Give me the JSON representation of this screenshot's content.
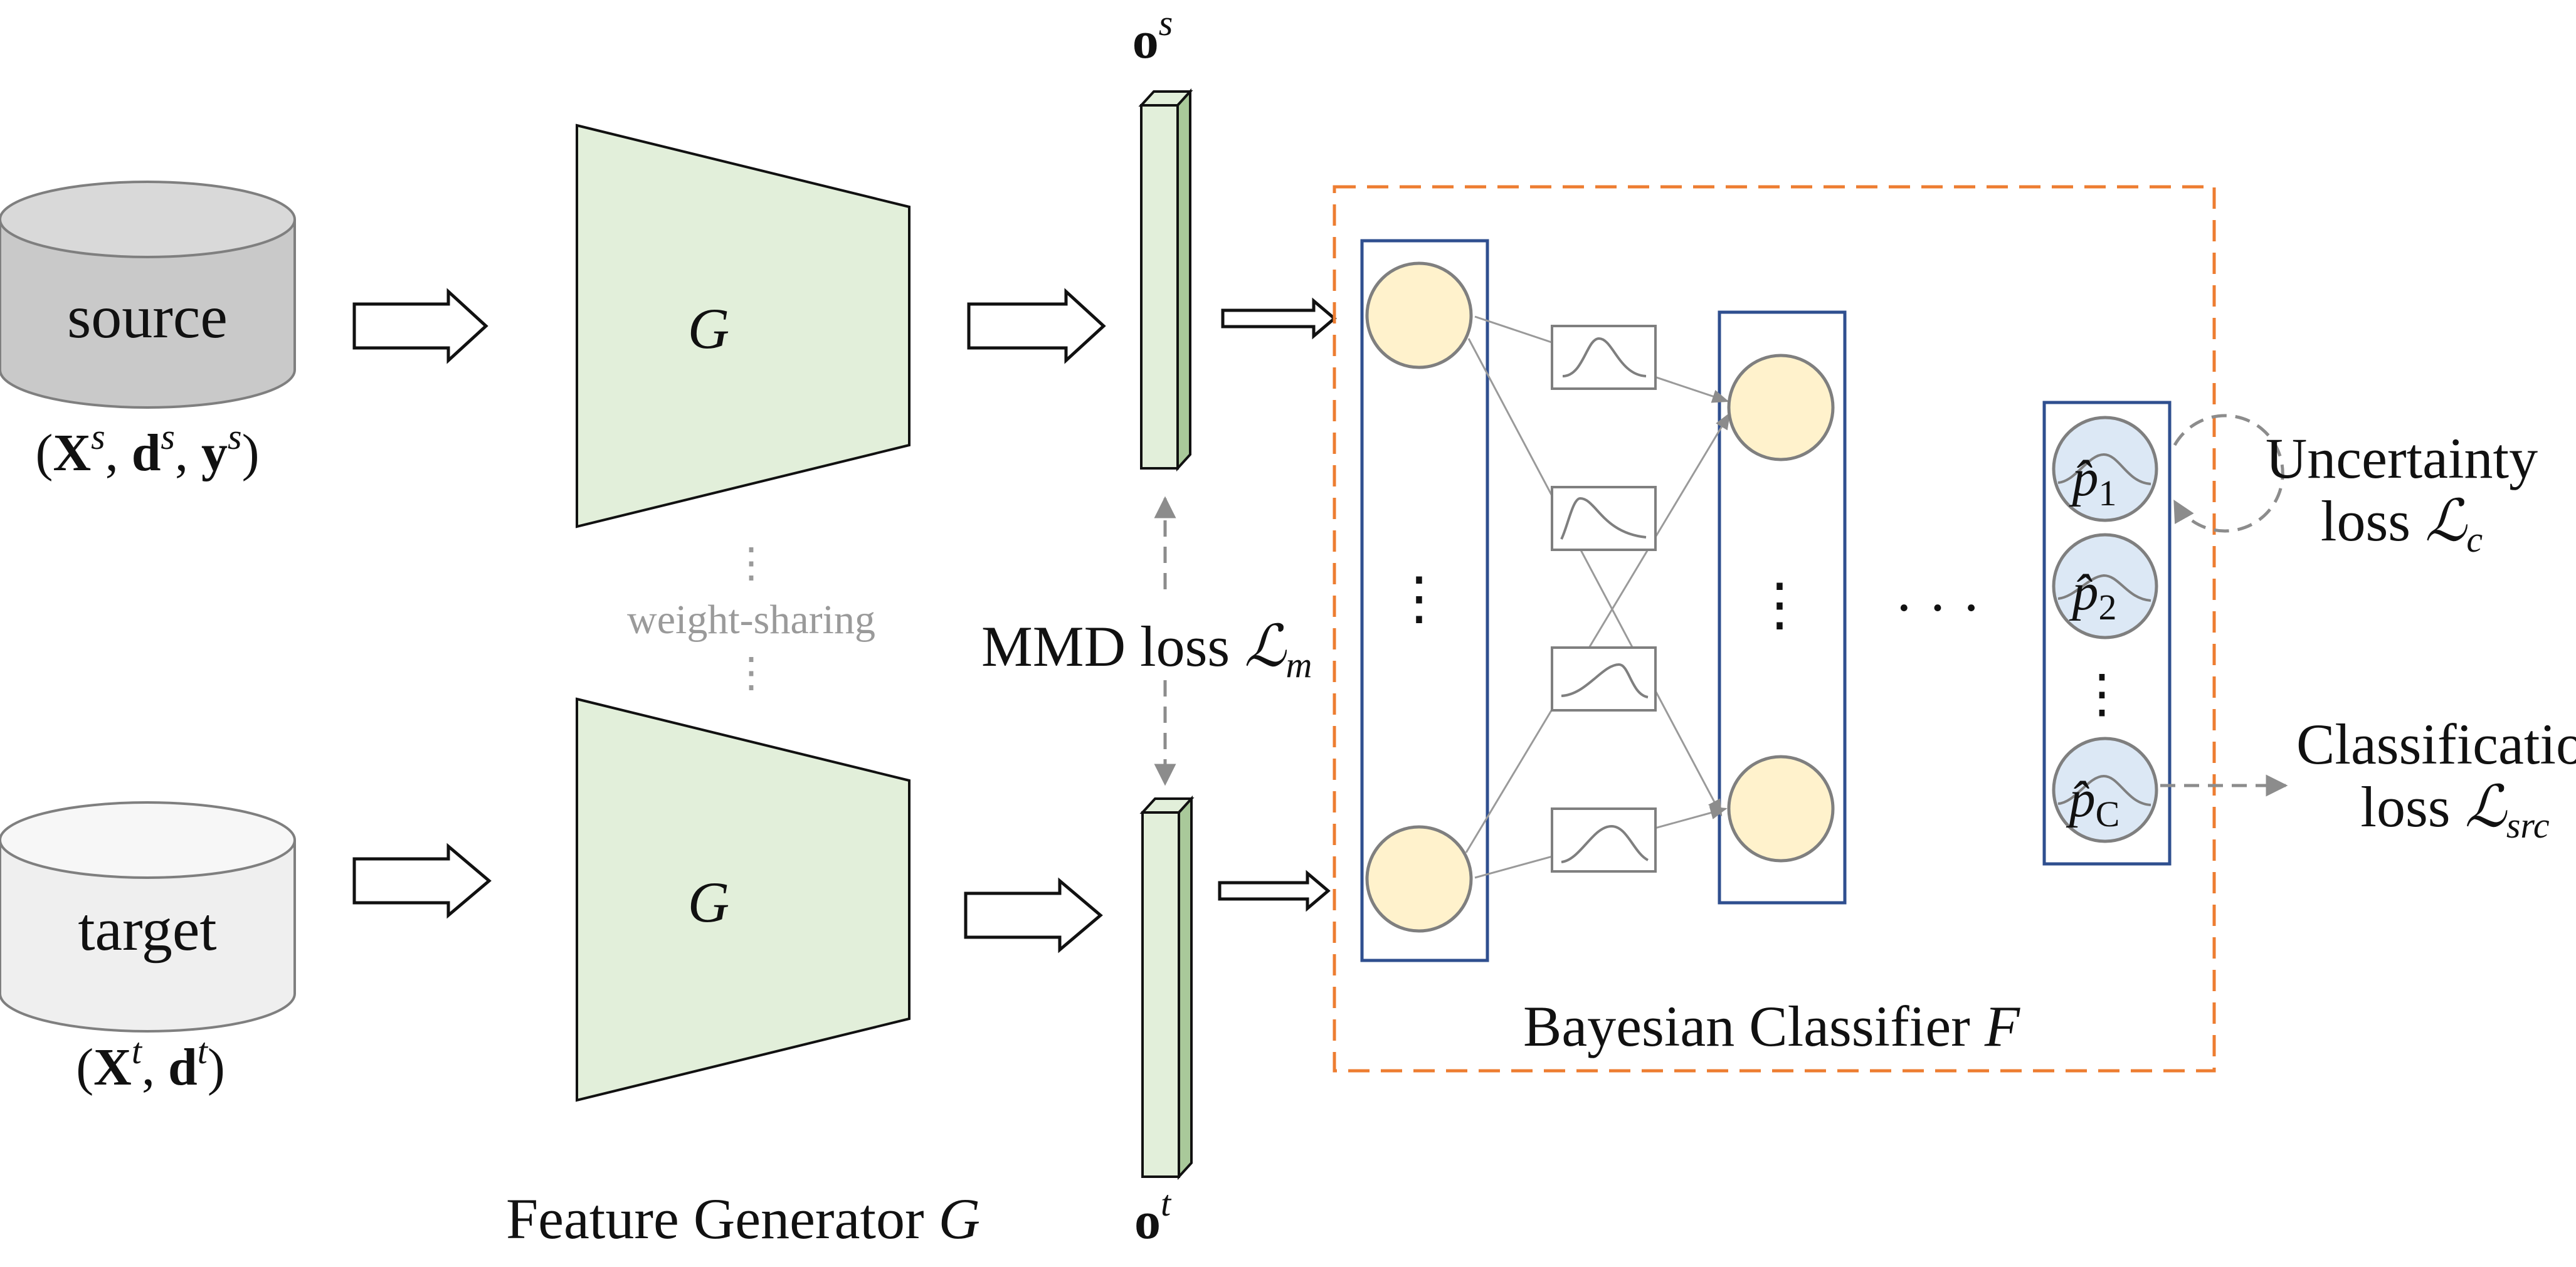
{
  "inputs": {
    "source": {
      "db_label": "source",
      "tuple": {
        "open": "(",
        "X": "X",
        "X_sup": "s",
        "sep1": ", ",
        "d": "d",
        "d_sup": "s",
        "sep2": ", ",
        "y": "y",
        "y_sup": "s",
        "close": ")"
      }
    },
    "target": {
      "db_label": "target",
      "tuple": {
        "open": "(",
        "X": "X",
        "X_sup": "t",
        "sep1": ", ",
        "d": "d",
        "d_sup": "t",
        "close": ")"
      }
    }
  },
  "generator": {
    "symbol": "G",
    "caption_text": "Feature Generator ",
    "caption_symbol": "G",
    "sharing_label": "weight-sharing",
    "dots": "⋮"
  },
  "features": {
    "source": {
      "base": "o",
      "sup": "s"
    },
    "target": {
      "base": "o",
      "sup": "t"
    }
  },
  "mmd": {
    "text": "MMD loss ",
    "L": "ℒ",
    "sub": "m"
  },
  "classifier": {
    "caption_text": "Bayesian Classifier ",
    "caption_symbol": "F",
    "layer_dots": "⋮",
    "between_dots": "· · ·",
    "outputs": [
      {
        "p": "p̂",
        "sub": "1"
      },
      {
        "p": "p̂",
        "sub": "2"
      },
      {
        "p": "p̂",
        "sub": "C"
      }
    ]
  },
  "losses": {
    "uncertainty": {
      "line1": "Uncertainty",
      "line2_text": "loss ",
      "L": "ℒ",
      "sub": "c"
    },
    "classification": {
      "line1": "Classification",
      "line2_text": "loss ",
      "L": "ℒ",
      "sub": "src"
    }
  },
  "colors": {
    "generator_fill": "#e2efda",
    "db_source_fill": "#c9c9c9",
    "db_target_fill": "#efefef",
    "neuron_fill": "#fff2cc",
    "output_fill": "#dce8f5",
    "layer_border": "#2f4f8f",
    "classifier_border": "#ed7d31",
    "arrow_gray": "#8c8c8c"
  }
}
